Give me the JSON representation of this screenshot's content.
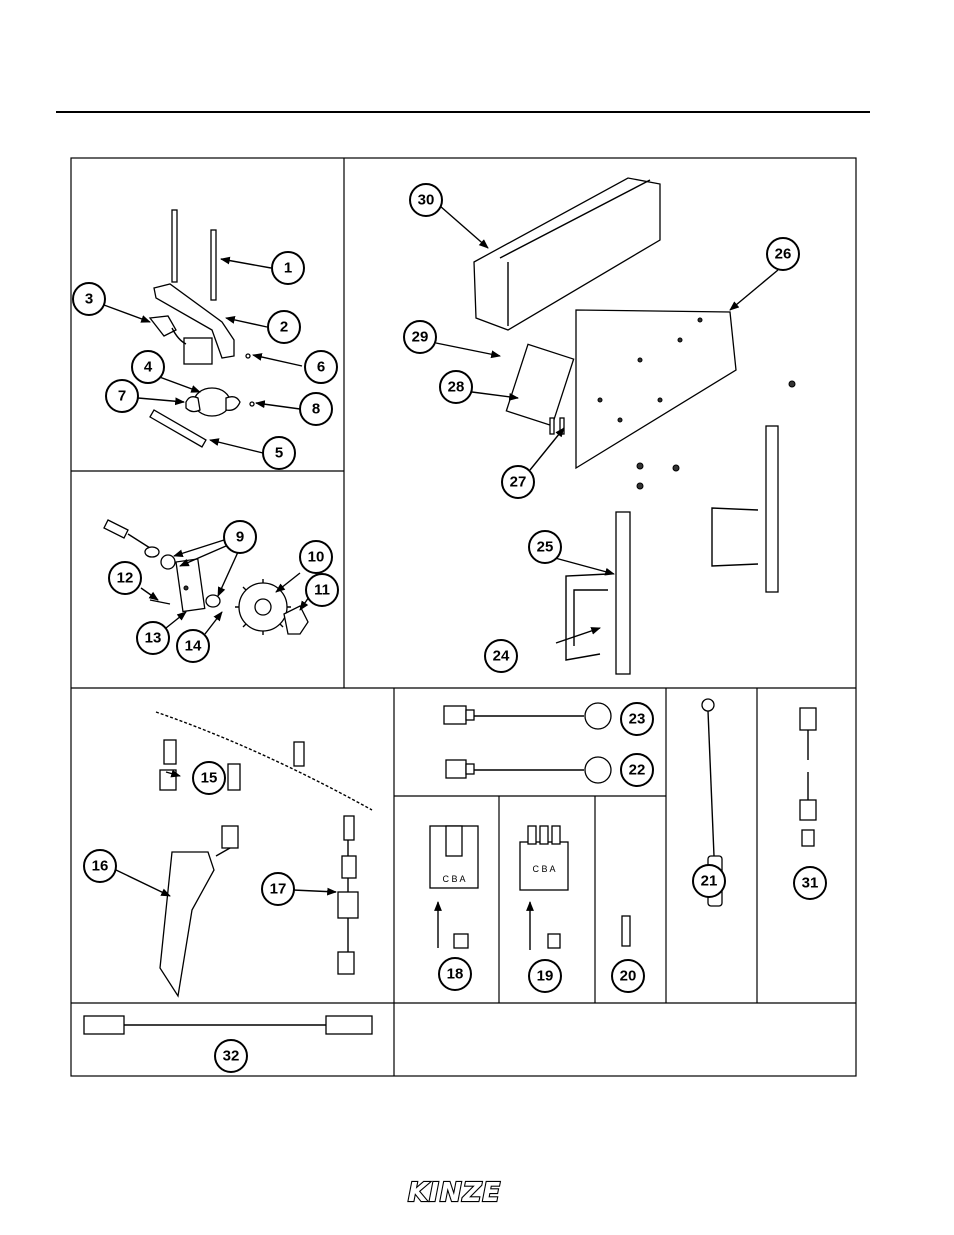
{
  "callouts": [
    "1",
    "2",
    "3",
    "4",
    "5",
    "6",
    "7",
    "8",
    "9",
    "10",
    "11",
    "12",
    "13",
    "14",
    "15",
    "16",
    "17",
    "18",
    "19",
    "20",
    "21",
    "22",
    "23",
    "24",
    "25",
    "26",
    "27",
    "28",
    "29",
    "30",
    "31",
    "32"
  ],
  "connector_letters": {
    "p18": "C B A",
    "p19": "C B A"
  },
  "brand": {
    "logo_text": "KINZE"
  }
}
